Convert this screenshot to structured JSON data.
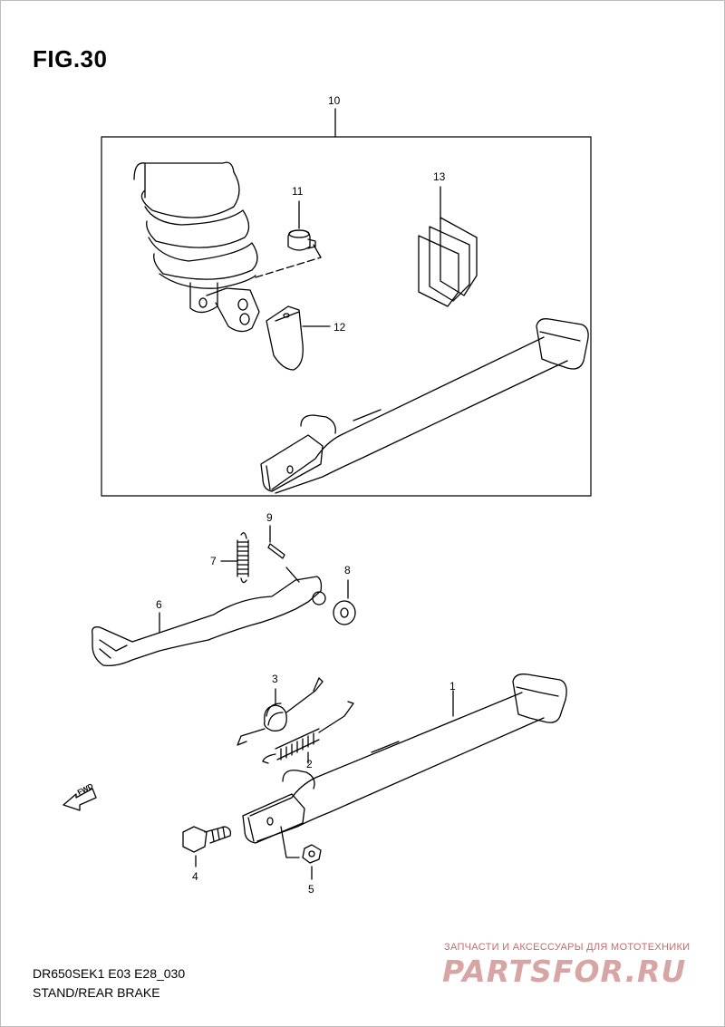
{
  "figure": {
    "title": "FIG.30"
  },
  "callouts": {
    "p1": "1",
    "p2": "2",
    "p3": "3",
    "p4": "4",
    "p5": "5",
    "p6": "6",
    "p7": "7",
    "p8": "8",
    "p9": "9",
    "p10": "10",
    "p11": "11",
    "p12": "12",
    "p13": "13"
  },
  "forward_marker": "FWD",
  "footer": {
    "model_code": "DR650SEK1 E03 E28_030",
    "section": "STAND/REAR BRAKE"
  },
  "watermark": {
    "tagline": "ЗАПЧАСТИ И АКСЕССУАРЫ ДЛЯ МОТОТЕХНИКИ",
    "logo": "PARTSFOR.RU"
  },
  "icons": {
    "arrow": "forward-arrow-icon"
  }
}
